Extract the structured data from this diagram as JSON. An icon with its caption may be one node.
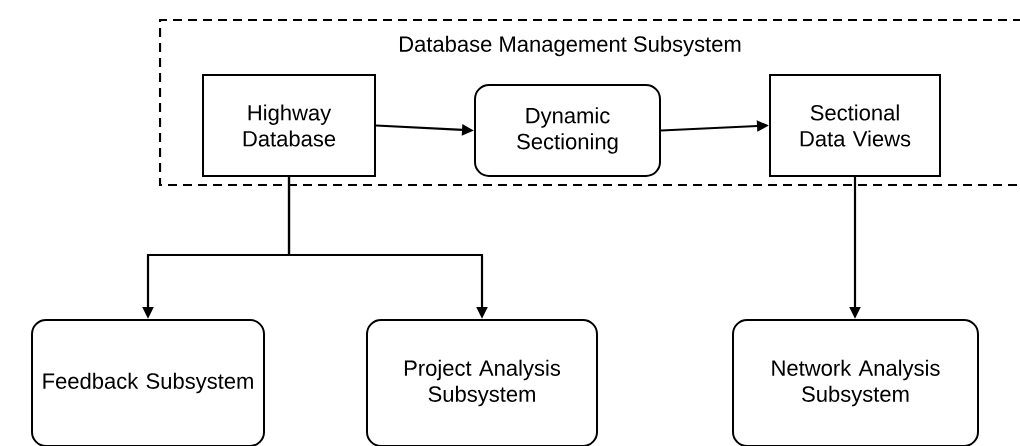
{
  "diagram": {
    "nodes": [
      {
        "text": [
          "Database Management Subsystem"
        ]
      },
      {
        "text": [
          "Highway Database"
        ],
        "in": 0
      },
      {
        "text": [
          "Dynamic Sectioning"
        ],
        "in": 0
      },
      {
        "text": [
          "Sectional Data Views"
        ],
        "in": 0
      },
      {
        "text": [
          "Feedback Subsystem"
        ]
      },
      {
        "text": [
          "Project Analysis Subsystem"
        ]
      },
      {
        "text": [
          "Network Analysis Subsystem"
        ]
      }
    ],
    "edges": [
      {
        "from": 1,
        "to": 2,
        "arrow": "to"
      },
      {
        "from": 2,
        "to": 3,
        "arrow": "to"
      },
      {
        "from": 1,
        "to": 4,
        "arrow": "to"
      },
      {
        "from": 1,
        "to": 5,
        "arrow": "to"
      },
      {
        "from": 3,
        "to": 6,
        "arrow": "to"
      }
    ]
  }
}
